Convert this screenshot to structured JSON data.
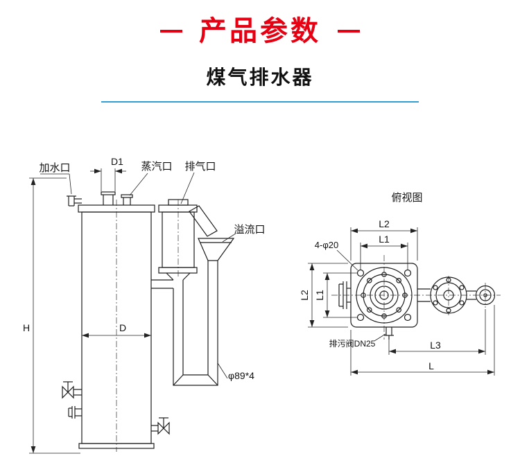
{
  "header": {
    "title": "产品参数",
    "subtitle": "煤气排水器"
  },
  "drawing": {
    "front_view": {
      "water_inlet": "加水口",
      "dim_d1": "D1",
      "steam_port": "蒸汽口",
      "exhaust_port": "排气口",
      "overflow_port": "溢流口",
      "dim_h": "H",
      "dim_d": "D",
      "pipe_spec": "φ89*4"
    },
    "top_view": {
      "title": "俯视图",
      "dim_l2_top": "L2",
      "dim_l1_top": "L1",
      "bolt_holes": "4-φ20",
      "dim_l2_left": "L2",
      "dim_l1_left": "L1",
      "drain_valve": "排污阀DN25",
      "dim_l3": "L3",
      "dim_l": "L"
    }
  },
  "colors": {
    "accent_red": "#e60012",
    "divider_blue": "#2f9fd6",
    "line_black": "#1c1c1c"
  }
}
